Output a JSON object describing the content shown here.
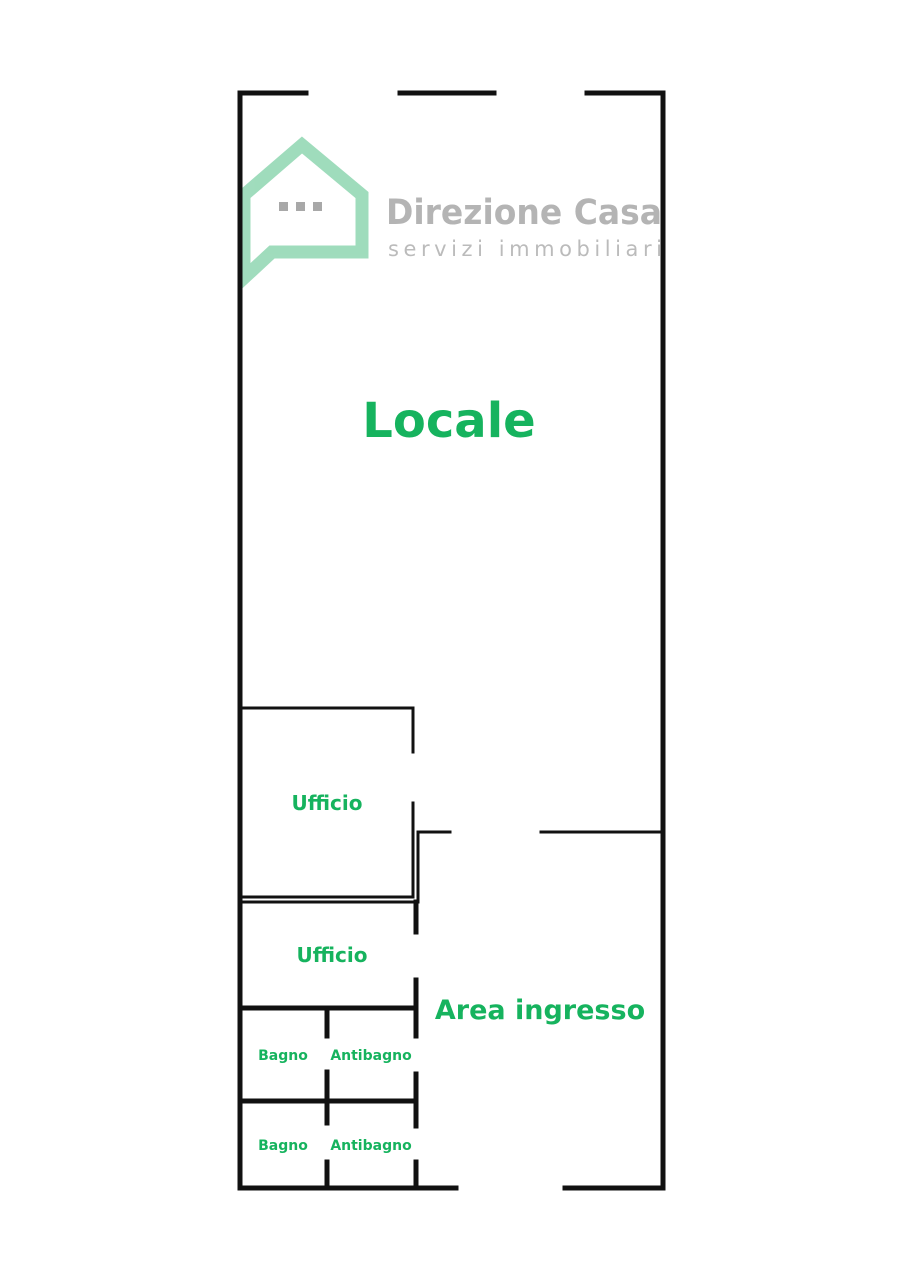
{
  "logo": {
    "title": "Direzione Casa",
    "subtitle": "servizi immobiliari",
    "icon": "house-icon",
    "color_icon": "#8fd6b1",
    "color_text": "#a7a7a7"
  },
  "rooms": {
    "locale": "Locale",
    "ufficio_1": "Ufficio",
    "ufficio_2": "Ufficio",
    "area_ingresso": "Area ingresso",
    "bagno_1": "Bagno",
    "antibagno_1": "Antibagno",
    "bagno_2": "Bagno",
    "antibagno_2": "Antibagno"
  },
  "colors": {
    "label": "#16b35e",
    "wall": "#111111"
  }
}
